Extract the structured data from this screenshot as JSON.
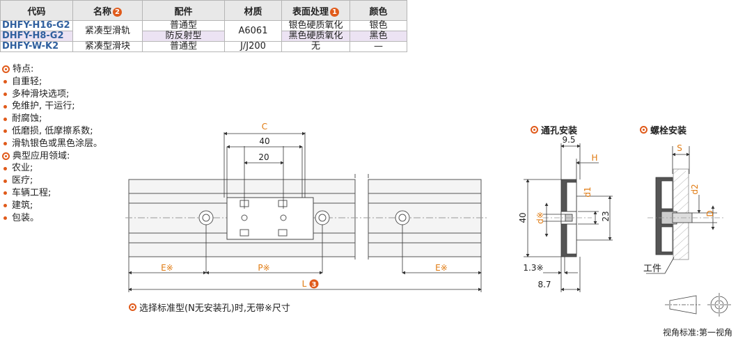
{
  "table": {
    "headers": [
      "代码",
      "名称",
      "配件",
      "材质",
      "表面处理",
      "颜色"
    ],
    "header_badges": {
      "name": "2",
      "surface": "1"
    },
    "rows": [
      {
        "code": "DHFY-H16-G2",
        "name": "紧凑型滑轨",
        "accessory": "普通型",
        "material": "A6061",
        "surface": "银色硬质氧化",
        "color": "银色"
      },
      {
        "code": "DHFY-H8-G2",
        "name": "",
        "accessory": "防反射型",
        "material": "",
        "surface": "黑色硬质氧化",
        "color": "黑色"
      },
      {
        "code": "DHFY-W-K2",
        "name": "紧凑型滑块",
        "accessory": "普通型",
        "material": "J/J200",
        "surface": "无",
        "color": "—"
      }
    ]
  },
  "features": {
    "title": "特点:",
    "items": [
      "自重轻;",
      "多种滑块选项;",
      "免维护, 干运行;",
      "耐腐蚀;",
      "低磨损, 低摩擦系数;",
      "滑轨银色或黑色涂层。"
    ]
  },
  "applications": {
    "title": "典型应用领域:",
    "items": [
      "农业;",
      "医疗;",
      "车辆工程;",
      "建筑;",
      "包装。"
    ]
  },
  "drawing": {
    "label_c": "C",
    "label_40": "40",
    "label_20": "20",
    "label_e": "E※",
    "label_p": "P※",
    "label_l": "L",
    "label_l_badge": "3"
  },
  "through_hole": {
    "title": "通孔安装",
    "d95": "9.5",
    "h": "H",
    "d1": "d1",
    "d": "d※",
    "d40": "40",
    "d23": "23",
    "d13": "1.3※",
    "d87": "8.7"
  },
  "bolt": {
    "title": "螺栓安装",
    "s": "S",
    "d2": "d2",
    "D": "D",
    "workpiece": "工件"
  },
  "note": "选择标准型(N无安装孔)时,无带※尺寸",
  "view_standard": "视角标准:第一视角",
  "colors": {
    "accent": "#e05a1a",
    "code": "#2f5f9e",
    "dim": "#e07a10",
    "highlight": "#ece3f3"
  }
}
